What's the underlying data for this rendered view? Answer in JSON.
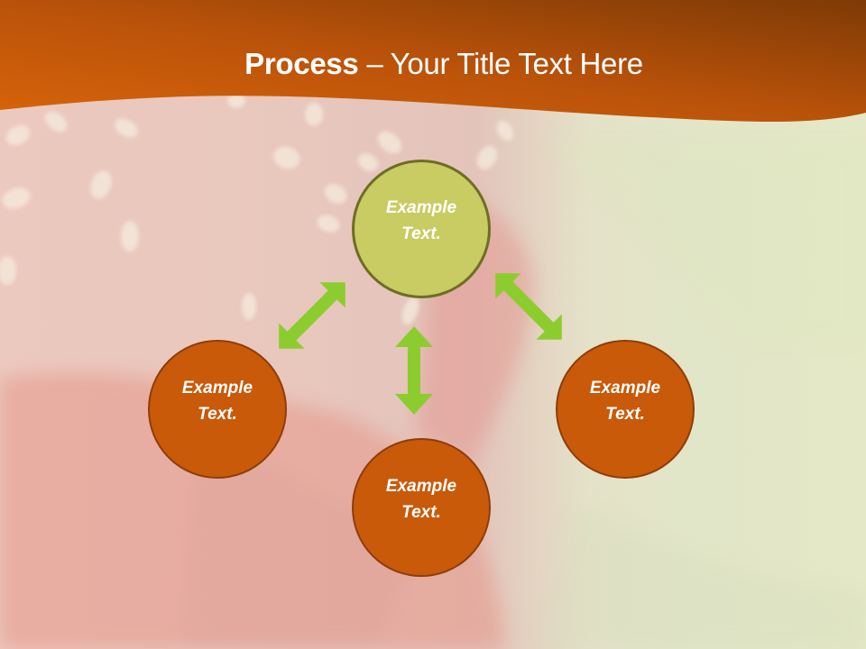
{
  "slide": {
    "title_bold": "Process",
    "title_rest": " – Your Title Text Here",
    "colors": {
      "header": "#c35a0c",
      "center_node": "#c9cb63",
      "outer_node": "#c85a0a",
      "arrow": "#8dcc2e"
    }
  },
  "diagram": {
    "center": {
      "label": "Example Text."
    },
    "nodes": [
      {
        "position": "left",
        "label": "Example Text."
      },
      {
        "position": "right",
        "label": "Example Text."
      },
      {
        "position": "bottom",
        "label": "Example Text."
      }
    ],
    "connectors": [
      {
        "from": "center",
        "to": "left",
        "type": "double-arrow"
      },
      {
        "from": "center",
        "to": "right",
        "type": "double-arrow"
      },
      {
        "from": "center",
        "to": "bottom",
        "type": "double-arrow"
      }
    ]
  }
}
